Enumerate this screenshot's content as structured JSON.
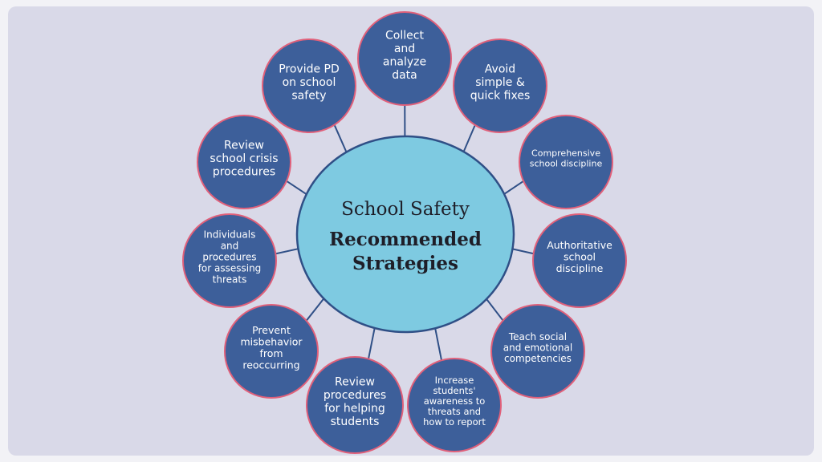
{
  "colors": {
    "background": "#d9d9e8",
    "node_fill": "#3d5f9a",
    "node_border": "#e0607a",
    "center_fill": "#7ecae1",
    "center_border": "#2f4f86",
    "connector": "#2f4f86"
  },
  "center": {
    "subtitle": "School Safety",
    "title_lines": [
      "Recommended",
      "Strategies"
    ]
  },
  "nodes": [
    {
      "id": "collect-data",
      "lines": [
        "Collect",
        "and",
        "analyze",
        "data"
      ]
    },
    {
      "id": "avoid-quick-fixes",
      "lines": [
        "Avoid",
        "simple &",
        "quick fixes"
      ]
    },
    {
      "id": "comprehensive-discipline",
      "lines": [
        "Comprehensive",
        "school discipline"
      ]
    },
    {
      "id": "authoritative-discipline",
      "lines": [
        "Authoritative",
        "school",
        "discipline"
      ]
    },
    {
      "id": "social-emotional",
      "lines": [
        "Teach social",
        "and emotional",
        "competencies"
      ]
    },
    {
      "id": "student-awareness",
      "lines": [
        "Increase",
        "students'",
        "awareness to",
        "threats and",
        "how to report"
      ]
    },
    {
      "id": "helping-students",
      "lines": [
        "Review",
        "procedures",
        "for helping",
        "students"
      ]
    },
    {
      "id": "prevent-misbehavior",
      "lines": [
        "Prevent",
        "misbehavior",
        "from",
        "reoccurring"
      ]
    },
    {
      "id": "assessing-threats",
      "lines": [
        "Individuals",
        "and",
        "procedures",
        "for assessing",
        "threats"
      ]
    },
    {
      "id": "crisis-procedures",
      "lines": [
        "Review",
        "school crisis",
        "procedures"
      ]
    },
    {
      "id": "provide-pd",
      "lines": [
        "Provide PD",
        "on school",
        "safety"
      ]
    }
  ]
}
